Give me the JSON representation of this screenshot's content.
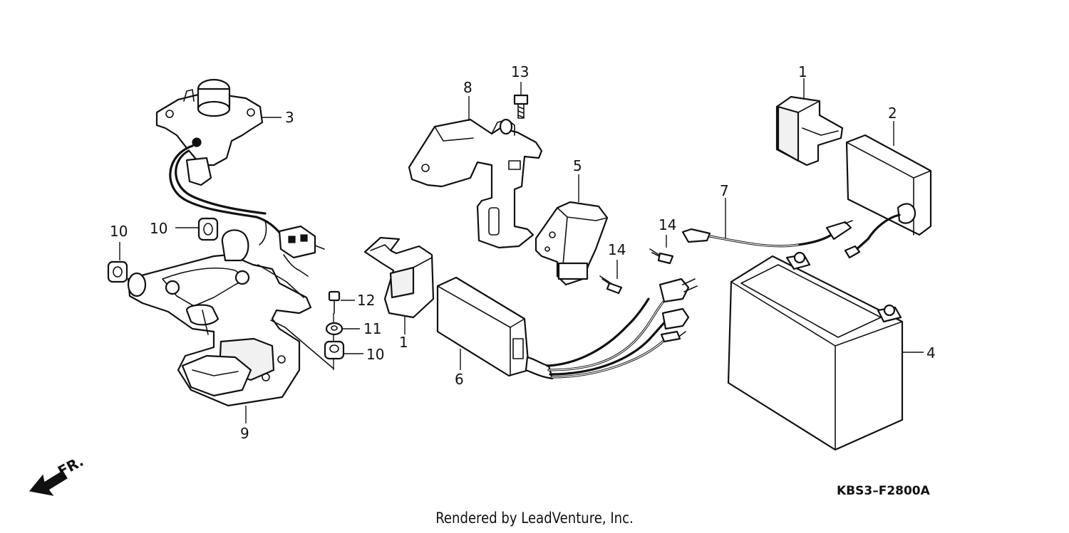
{
  "diagram": {
    "code": "KBS3–F2800A",
    "credit": "Rendered by LeadVenture, Inc.",
    "direction_label": "FR.",
    "callouts": {
      "c1_upper": "1",
      "c1_lower": "1",
      "c2": "2",
      "c3": "3",
      "c4": "4",
      "c5": "5",
      "c6": "6",
      "c7": "7",
      "c8": "8",
      "c9": "9",
      "c10_top": "10",
      "c10_left": "10",
      "c10_stack": "10",
      "c11": "11",
      "c12": "12",
      "c13": "13",
      "c14_left": "14",
      "c14_right": "14"
    }
  }
}
